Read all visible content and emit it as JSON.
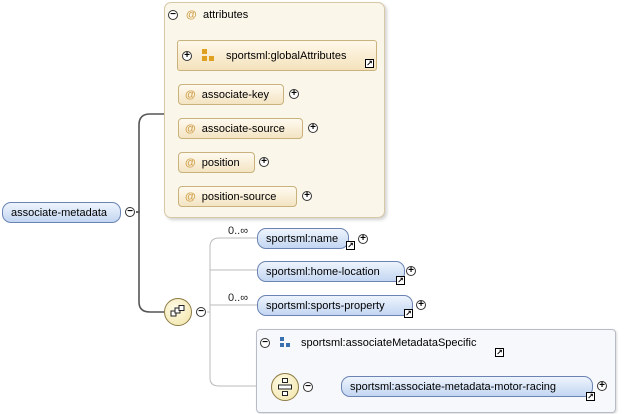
{
  "root": {
    "label": "associate-metadata"
  },
  "attributes_group": {
    "title": "attributes",
    "global_ref": "sportsml:globalAttributes",
    "items": [
      {
        "label": "associate-key"
      },
      {
        "label": "associate-source"
      },
      {
        "label": "position"
      },
      {
        "label": "position-source"
      }
    ]
  },
  "sequence": {
    "children": [
      {
        "label": "sportsml:name",
        "cardinality": "0..∞"
      },
      {
        "label": "sportsml:home-location",
        "cardinality": ""
      },
      {
        "label": "sportsml:sports-property",
        "cardinality": "0..∞"
      }
    ],
    "group": {
      "title": "sportsml:associateMetadataSpecific",
      "child": "sportsml:associate-metadata-motor-racing"
    }
  },
  "glyphs": {
    "plus": "+",
    "minus": "−",
    "at": "@",
    "ref": "↗"
  },
  "colors": {
    "element_fill": "#c3d6f2",
    "attribute_fill": "#f3e4c2",
    "compositor_fill": "#f0e3a6"
  }
}
